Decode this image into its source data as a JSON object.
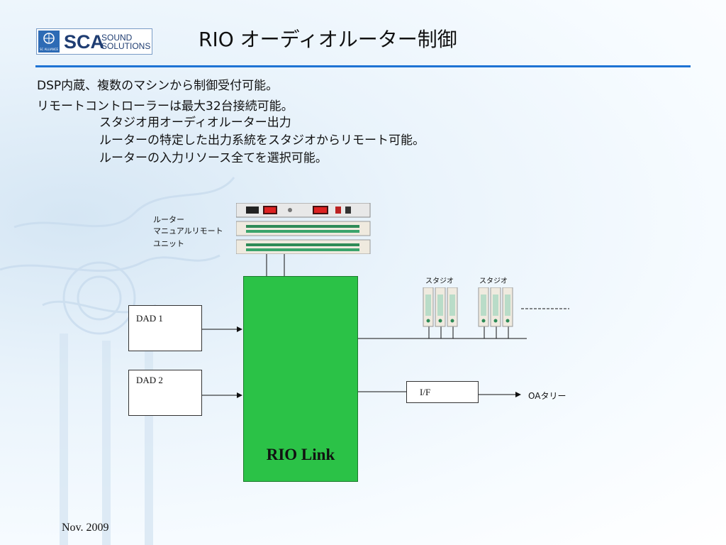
{
  "slide": {
    "title": "RIO オーディオルーター制御",
    "logo": {
      "badge_text": "SC ALLIANCE",
      "brand": "SCA",
      "line1": "SOUND",
      "line2": "SOLUTIONS"
    },
    "bullets": [
      "DSP内蔵、複数のマシンから制御受付可能。",
      "リモートコントローラーは最大32台接続可能。"
    ],
    "sub_bullets": [
      "スタジオ用オーディオルーター出力",
      "ルーターの特定した出力系統をスタジオからリモート可能。",
      "ルーターの入力リソース全てを選択可能。"
    ],
    "footer": "Nov. 2009"
  },
  "diagram": {
    "router_label": [
      "ルーター",
      "マニュアルリモート",
      "ユニット"
    ],
    "inputs": [
      "DAD 1",
      "DAD 2"
    ],
    "hub": "RIO Link",
    "studios": [
      "スタジオ",
      "スタジオ"
    ],
    "interface": "I/F",
    "output": "OAタリー"
  },
  "colors": {
    "accent": "#1e73d4",
    "hub_fill": "#2bc247"
  }
}
